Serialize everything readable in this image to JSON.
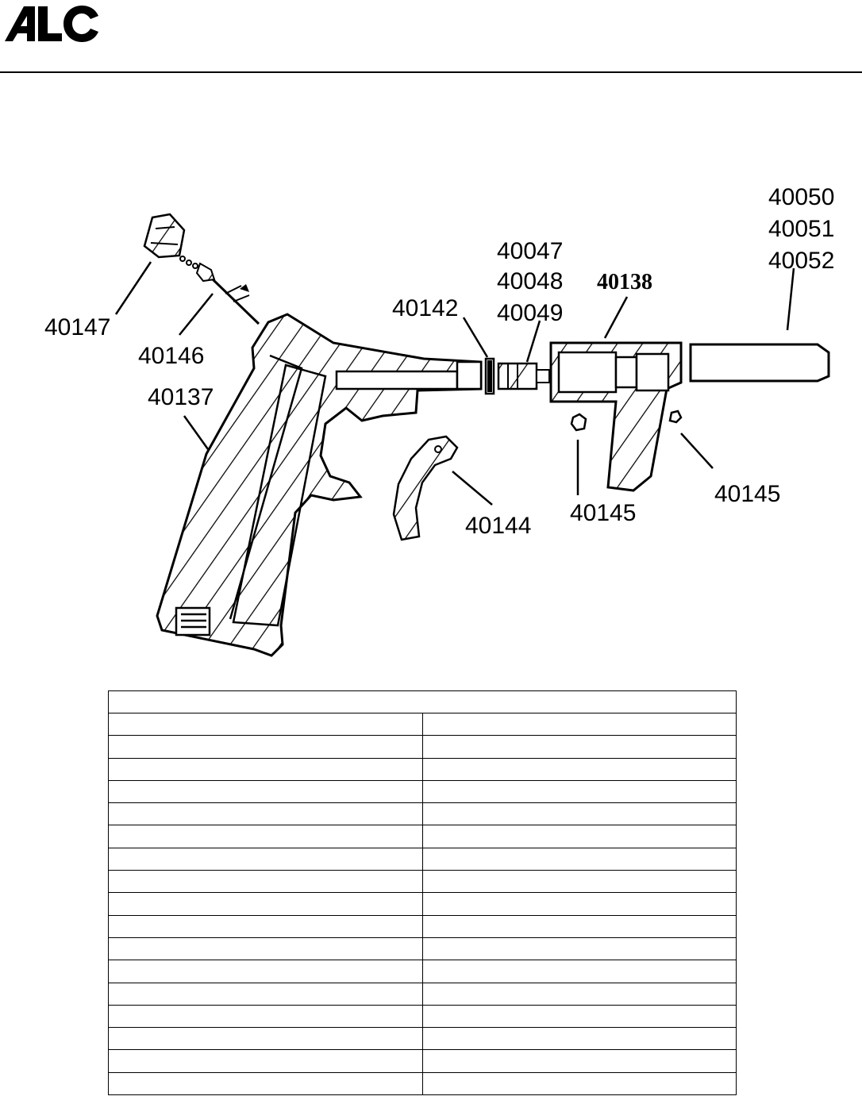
{
  "header": {
    "logo_text": "ALC"
  },
  "diagram": {
    "callouts": {
      "p40147": "40147",
      "p40146": "40146",
      "p40137": "40137",
      "p40142": "40142",
      "p40047": "40047",
      "p40048": "40048",
      "p40049": "40049",
      "p40138": "40138",
      "p40050": "40050",
      "p40051": "40051",
      "p40052": "40052",
      "p40144": "40144",
      "p40145a": "40145",
      "p40145b": "40145"
    }
  },
  "parts_table": {
    "header": "",
    "rows": [
      {
        "part": "",
        "description": ""
      },
      {
        "part": "",
        "description": ""
      },
      {
        "part": "",
        "description": ""
      },
      {
        "part": "",
        "description": ""
      },
      {
        "part": "",
        "description": ""
      },
      {
        "part": "",
        "description": ""
      },
      {
        "part": "",
        "description": ""
      },
      {
        "part": "",
        "description": ""
      },
      {
        "part": "",
        "description": ""
      },
      {
        "part": "",
        "description": ""
      },
      {
        "part": "",
        "description": ""
      },
      {
        "part": "",
        "description": ""
      },
      {
        "part": "",
        "description": ""
      },
      {
        "part": "",
        "description": ""
      },
      {
        "part": "",
        "description": ""
      },
      {
        "part": "",
        "description": ""
      },
      {
        "part": "",
        "description": ""
      }
    ]
  }
}
